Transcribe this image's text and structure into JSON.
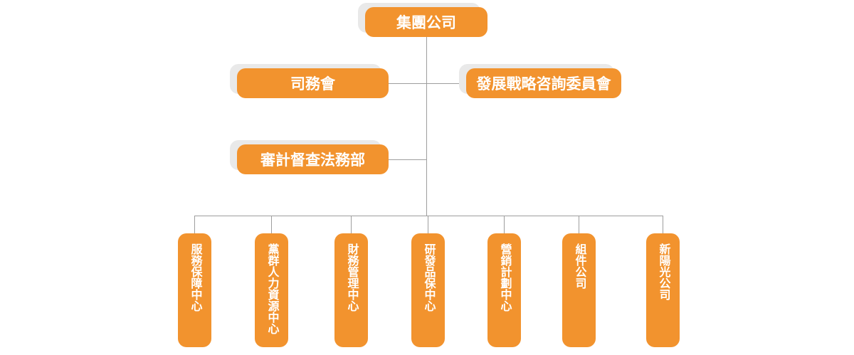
{
  "org_chart": {
    "root": {
      "label": "集團公司"
    },
    "level2": [
      {
        "label": "司務會"
      },
      {
        "label": "發展戰略咨詢委員會"
      }
    ],
    "level3": [
      {
        "label": "審計督查法務部"
      }
    ],
    "departments": [
      {
        "label": "服務保障中心"
      },
      {
        "label": "黨群人力資源中心"
      },
      {
        "label": "財務管理中心"
      },
      {
        "label": "研發品保中心"
      },
      {
        "label": "營銷計劃中心"
      },
      {
        "label": "組件公司"
      },
      {
        "label": "新陽光公司"
      }
    ],
    "colors": {
      "node_fill": "#F2932E",
      "node_text": "#FFFFFF",
      "node_shadow": "#E9E9E9",
      "connector": "#9E9E9E",
      "background": "#FFFFFF"
    }
  }
}
